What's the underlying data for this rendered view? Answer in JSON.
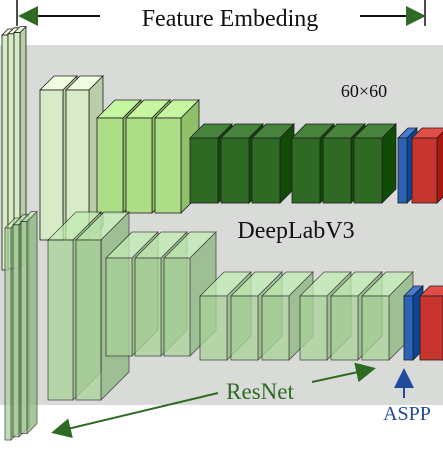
{
  "header": {
    "title": "Feature Embeding"
  },
  "labels": {
    "resolution": "60×60",
    "model": "DeepLabV3",
    "backbone": "ResNet",
    "aspp": "ASPP"
  },
  "colors": {
    "background_panel": "#d9dbd8",
    "green_light": "#d6ebc6",
    "green_mid": "#8fbf68",
    "green_dark": "#2f6a24",
    "green_transparent": "#a9d39a",
    "aspp_blue": "#2b63b6",
    "output_red": "#c8352e",
    "arrow_green": "#2f6a24",
    "aspp_label": "#1f4c9a"
  }
}
